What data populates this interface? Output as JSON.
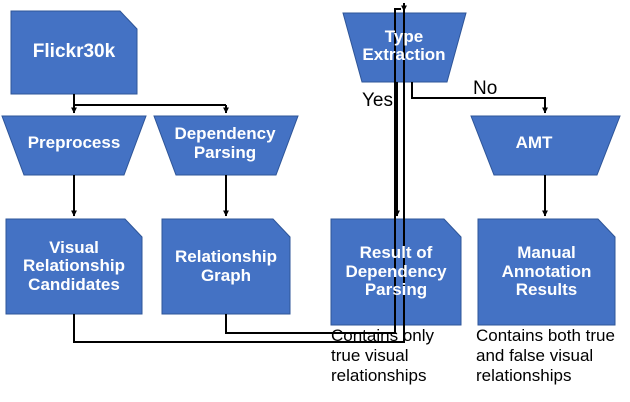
{
  "diagram": {
    "type": "flowchart",
    "title": "Flickr30k visual relationship construction pipeline",
    "colors": {
      "node_fill": "#4472C4",
      "node_text": "#FFFFFF",
      "edge_stroke": "#000000",
      "background": "#FFFFFF",
      "caption_text": "#000000"
    },
    "nodes": {
      "flickr30k": {
        "label": "Flickr30k",
        "shape": "snip-corner-rect",
        "font_size": 19
      },
      "preprocess": {
        "label": "Preprocess",
        "shape": "trapezoid",
        "font_size": 17
      },
      "dependency_parsing": {
        "label": "Dependency\nParsing",
        "shape": "trapezoid",
        "font_size": 17
      },
      "visual_relationship_candidates": {
        "label": "Visual\nRelationship\nCandidates",
        "shape": "snip-corner-rect",
        "font_size": 17
      },
      "relationship_graph": {
        "label": "Relationship\nGraph",
        "shape": "snip-corner-rect",
        "font_size": 17
      },
      "type_extraction": {
        "label": "Type\nExtraction",
        "shape": "trapezoid",
        "font_size": 17
      },
      "amt": {
        "label": "AMT",
        "shape": "trapezoid",
        "font_size": 17
      },
      "result_of_dependency_parsing": {
        "label": "Result of\nDependency\nParsing",
        "shape": "snip-corner-rect",
        "font_size": 17
      },
      "manual_annotation_results": {
        "label": "Manual\nAnnotation\nResults",
        "shape": "snip-corner-rect",
        "font_size": 17
      }
    },
    "edge_labels": {
      "yes": "Yes",
      "no": "No"
    },
    "captions": {
      "left": "Contains only\ntrue visual\nrelationships",
      "right": "Contains both true\nand false visual\nrelationships"
    }
  }
}
